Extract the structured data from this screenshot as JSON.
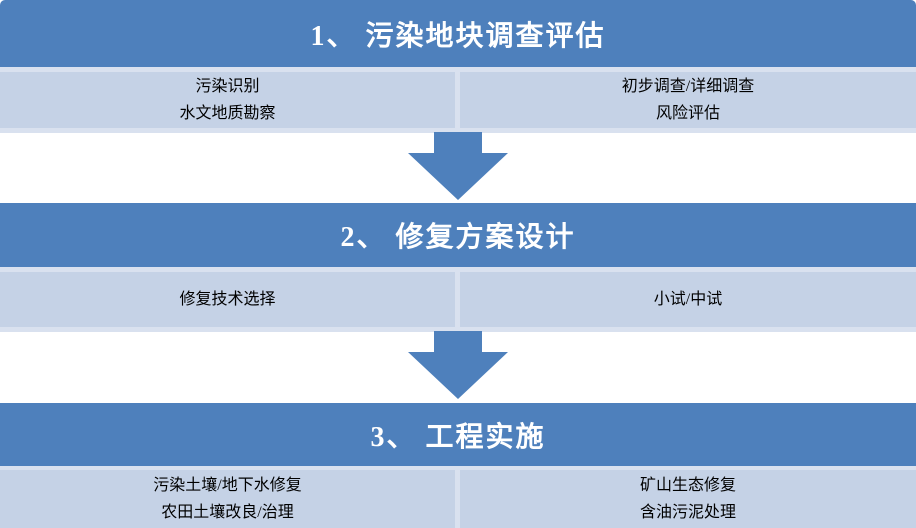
{
  "colors": {
    "header_bg": "#4E80BC",
    "cell_bg": "#C5D2E6",
    "gap_bg": "#D9E1EF",
    "arrow": "#4E80BC",
    "header_text": "#FFFFFF",
    "body_text": "#000000",
    "page_bg": "#FFFFFF"
  },
  "sections": [
    {
      "title": "1、 污染地块调查评估",
      "left_items": [
        "污染识别",
        "水文地质勘察"
      ],
      "right_items": [
        "初步调查/详细调查",
        "风险评估"
      ]
    },
    {
      "title": "2、 修复方案设计",
      "left_items": [
        "修复技术选择"
      ],
      "right_items": [
        "小试/中试"
      ]
    },
    {
      "title": "3、 工程实施",
      "left_items": [
        "污染土壤/地下水修复",
        "农田土壤改良/治理"
      ],
      "right_items": [
        "矿山生态修复",
        "含油污泥处理"
      ]
    }
  ]
}
